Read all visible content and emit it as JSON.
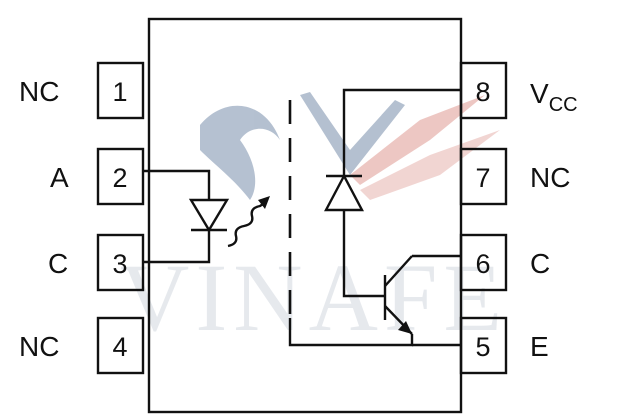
{
  "title": "",
  "watermark": {
    "text": "VINAFE",
    "colors": {
      "primary": "#2c4d7a",
      "accent": "#c0392b"
    }
  },
  "pins": [
    {
      "number": "1",
      "label": "NC"
    },
    {
      "number": "2",
      "label": "A"
    },
    {
      "number": "3",
      "label": "C"
    },
    {
      "number": "4",
      "label": "NC"
    },
    {
      "number": "5",
      "label": "E"
    },
    {
      "number": "6",
      "label": "C"
    },
    {
      "number": "7",
      "label": "NC"
    },
    {
      "number": "8",
      "label_main": "V",
      "label_sub": "CC"
    }
  ],
  "components": [
    "led-emitter",
    "light-emission-arrow",
    "optical-isolation-barrier",
    "photodiode",
    "npn-phototransistor"
  ],
  "colors": {
    "ink": "#111111",
    "background": "#ffffff"
  }
}
